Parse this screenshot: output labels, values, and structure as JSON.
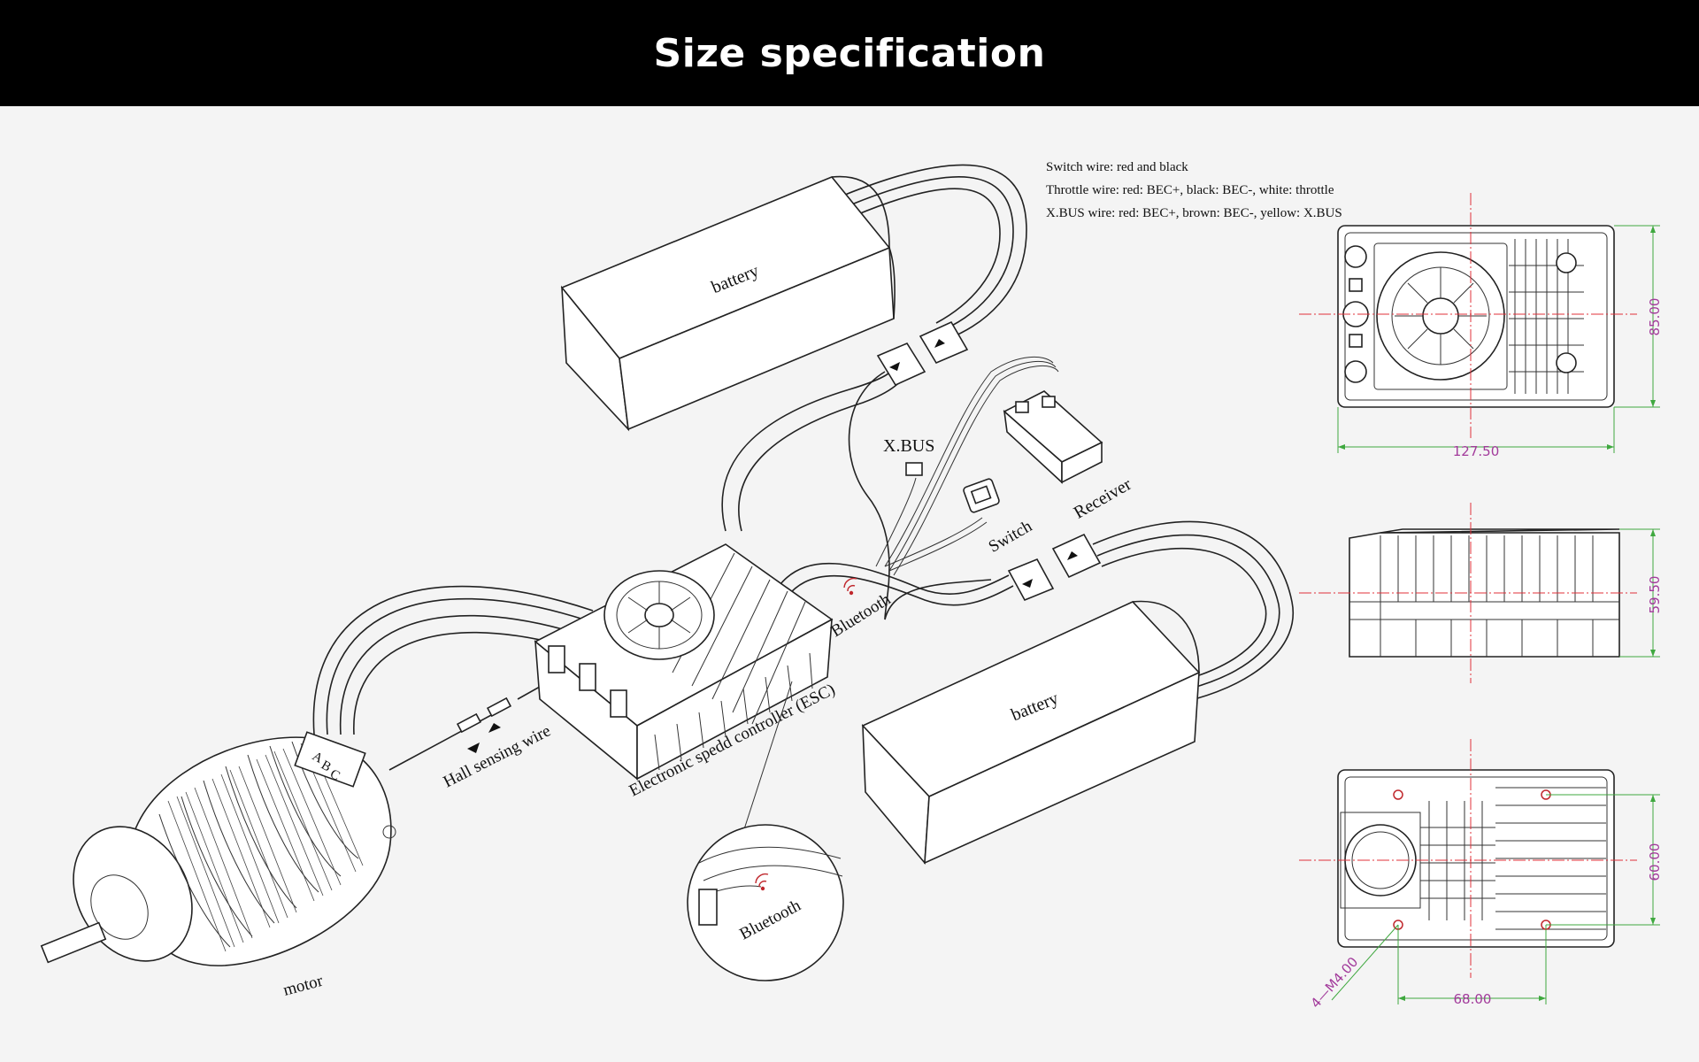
{
  "header": {
    "title": "Size specification"
  },
  "notes": [
    "Switch wire: red and black",
    "Throttle wire: red: BEC+, black: BEC-, white: throttle",
    "X.BUS wire: red: BEC+, brown: BEC-, yellow: X.BUS"
  ],
  "labels": {
    "battery_top": "battery",
    "battery_bottom": "battery",
    "xbus": "X.BUS",
    "receiver": "Receiver",
    "switch": "Switch",
    "bluetooth": "Bluetooth",
    "bluetooth_zoom": "Bluetooth",
    "esc": "Electronic spedd controller (ESC)",
    "hall": "Hall sensing wire",
    "motor": "motor",
    "phase_a": "A",
    "phase_b": "B",
    "phase_c": "C"
  },
  "dimensions": {
    "top_width": "127.50",
    "top_height": "85.00",
    "side_height": "59.50",
    "bottom_hole_height": "60.00",
    "bottom_hole_width": "68.00",
    "screw": "4—M4.00"
  },
  "colors": {
    "dimension_text": "#a23a9b",
    "dimension_line": "#3fa83f",
    "center_line": "#e0303a",
    "header_bg": "#000000"
  }
}
